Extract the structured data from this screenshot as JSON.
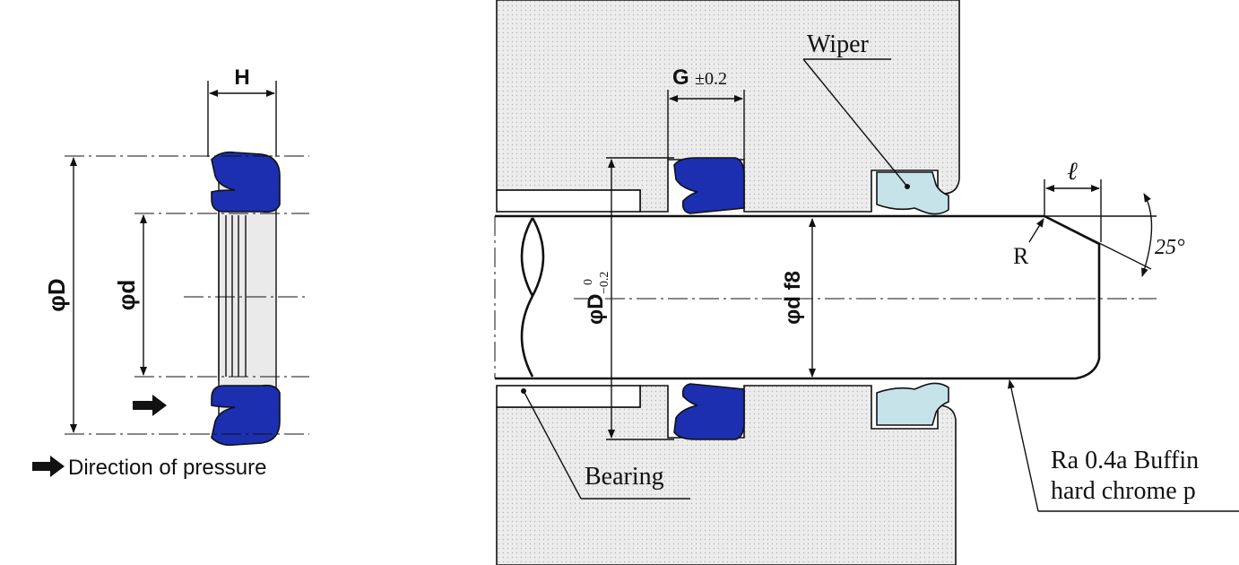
{
  "left_view": {
    "label_H": "H",
    "label_phiD": "φD",
    "label_phid": "φd",
    "legend_text": "Direction of pressure"
  },
  "right_view": {
    "label_G": "G",
    "label_G_tol": "±0.2",
    "label_wiper": "Wiper",
    "label_bearing": "Bearing",
    "label_phiD": "φD",
    "label_phiD_tol_upper": "0",
    "label_phiD_tol_lower": "−0.2",
    "label_phid_f8": "φd f8",
    "label_l": "ℓ",
    "label_R": "R",
    "label_angle": "25°",
    "note_line1": "Ra 0.4a Buffin",
    "note_line2": "hard chrome p"
  },
  "colors": {
    "seal_blue": "#1b2fb0",
    "wiper_light_blue": "#c6e3ea",
    "housing_fill": "#e6e6e6"
  }
}
